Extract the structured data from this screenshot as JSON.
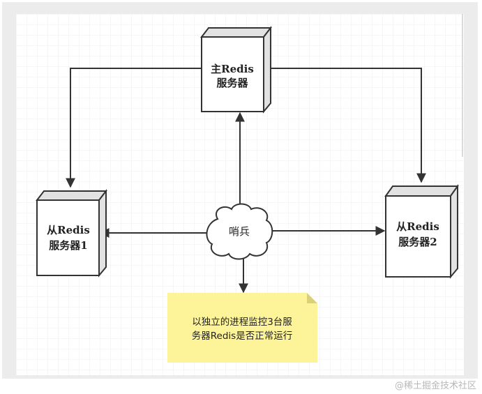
{
  "diagram": {
    "nodes": {
      "master": {
        "lines": [
          "主Redis",
          "服务器"
        ]
      },
      "slave1": {
        "lines": [
          "从Redis",
          "服务器1"
        ]
      },
      "slave2": {
        "lines": [
          "从Redis",
          "服务器2"
        ]
      },
      "sentinel": {
        "label": "哨兵"
      },
      "note": {
        "lines": [
          "以独立的进程监控3台服",
          "务器Redis是否正常运行"
        ]
      }
    },
    "edges": [
      {
        "from": "master",
        "to": "slave1"
      },
      {
        "from": "master",
        "to": "slave2"
      },
      {
        "from": "sentinel",
        "to": "master"
      },
      {
        "from": "sentinel",
        "to": "slave1"
      },
      {
        "from": "sentinel",
        "to": "slave2"
      },
      {
        "from": "sentinel",
        "to": "note"
      }
    ],
    "colors": {
      "line": "#333333",
      "note_fill": "#fdf49a",
      "note_fold": "#d9d07a",
      "box_side": "#e2e2e2",
      "grid": "#eeeeee"
    }
  },
  "watermark": "@稀土掘金技术社区"
}
